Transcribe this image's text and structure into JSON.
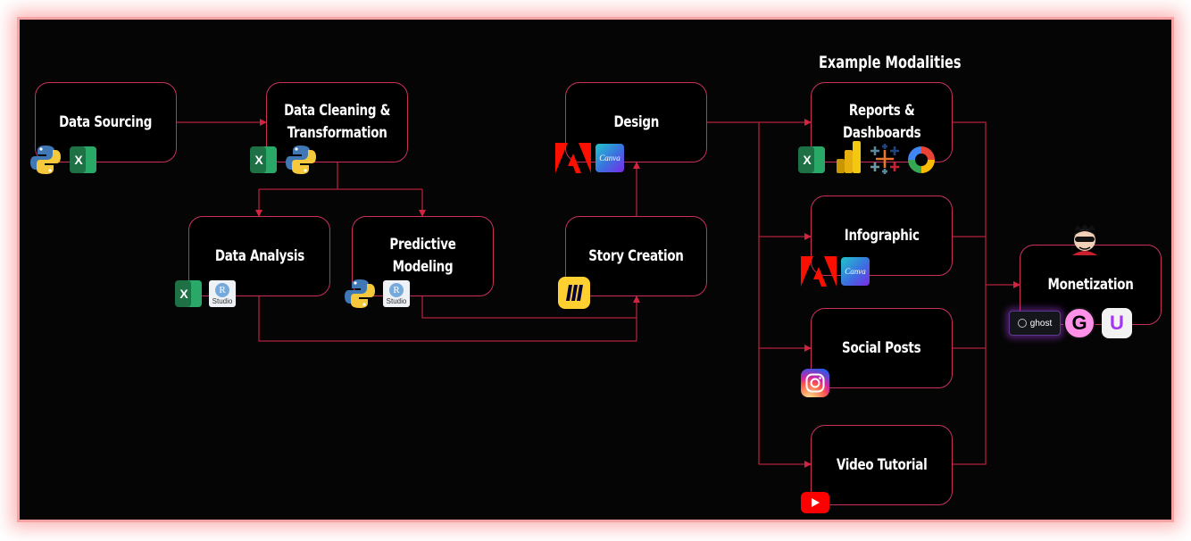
{
  "heading": "Example Modalities",
  "nodes": {
    "sourcing": "Data Sourcing",
    "cleaning": "Data Cleaning &\nTransformation",
    "analysis": "Data Analysis",
    "predictive": "Predictive Modeling",
    "design": "Design",
    "story": "Story Creation",
    "reports": "Reports &\nDashboards",
    "infographic": "Infographic",
    "social": "Social Posts",
    "video": "Video Tutorial",
    "monetization": "Monetization"
  },
  "icon_text": {
    "excel": "X",
    "rstudio_r": "R",
    "rstudio_label": "Studio",
    "canva": "Canva",
    "ghost": "ghost",
    "gumroad": "G",
    "udemy": "U"
  },
  "icons": {
    "sourcing": [
      "python-icon",
      "excel-icon"
    ],
    "cleaning": [
      "excel-icon",
      "python-icon"
    ],
    "analysis": [
      "excel-icon",
      "rstudio-icon"
    ],
    "predictive": [
      "python-icon",
      "rstudio-icon"
    ],
    "design": [
      "adobe-icon",
      "canva-icon"
    ],
    "story": [
      "miro-icon"
    ],
    "reports": [
      "excel-icon",
      "power-bi-icon",
      "tableau-icon",
      "google-icon"
    ],
    "infographic": [
      "adobe-icon",
      "canva-icon"
    ],
    "social": [
      "instagram-icon"
    ],
    "video": [
      "youtube-icon"
    ],
    "monetization": [
      "avatar-icon",
      "ghost-icon",
      "gumroad-icon",
      "udemy-icon"
    ]
  },
  "colors": {
    "background": "#050505",
    "node_border": "#c8325a",
    "connector": "#b0203c",
    "glow": "#f7a3a3"
  }
}
